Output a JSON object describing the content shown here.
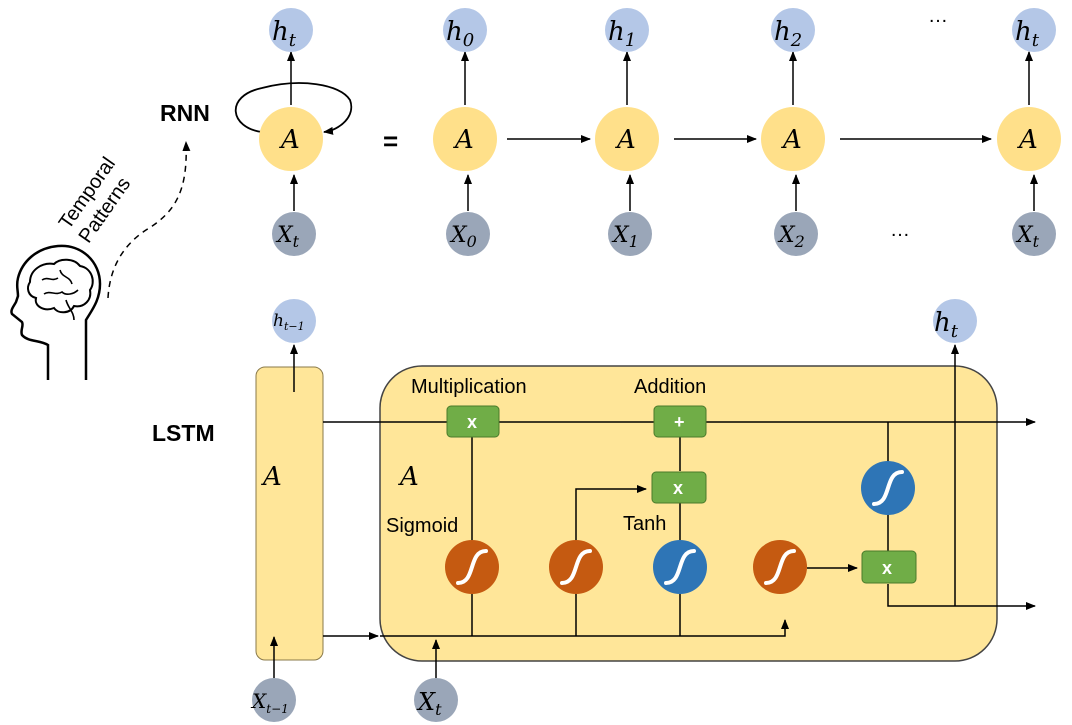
{
  "labels": {
    "rnn": "RNN",
    "lstm": "LSTM",
    "temporal_patterns_line1": "Temporal",
    "temporal_patterns_line2": "Patterns",
    "equals": "=",
    "ellipsis": "…",
    "multiplication": "Multiplication",
    "addition": "Addition",
    "sigmoid": "Sigmoid",
    "tanh": "Tanh"
  },
  "rnn_folded": {
    "cell": "A",
    "output_main": "h",
    "output_sub": "t",
    "input_main": "X",
    "input_sub": "t"
  },
  "rnn_unrolled": [
    {
      "cell": "A",
      "output_main": "h",
      "output_sub": "0",
      "input_main": "X",
      "input_sub": "0"
    },
    {
      "cell": "A",
      "output_main": "h",
      "output_sub": "1",
      "input_main": "X",
      "input_sub": "1"
    },
    {
      "cell": "A",
      "output_main": "h",
      "output_sub": "2",
      "input_main": "X",
      "input_sub": "2"
    },
    {
      "cell": "A",
      "output_main": "h",
      "output_sub": "t",
      "input_main": "X",
      "input_sub": "t"
    }
  ],
  "lstm": {
    "prev_cell": "A",
    "prev_output_main": "h",
    "prev_output_sub": "t−1",
    "prev_input_main": "X",
    "prev_input_sub": "t−1",
    "cell": "A",
    "output_main": "h",
    "output_sub": "t",
    "input_main": "X",
    "input_sub": "t",
    "op_mult": "x",
    "op_add": "+"
  },
  "colors": {
    "cell_fill": "#ffe699",
    "cell_circle": "#ffe08a",
    "output_node": "#b4c7e7",
    "input_node": "#9aa6b8",
    "op_box": "#70ad47",
    "sigmoid": "#c55a11",
    "tanh": "#2e75b6"
  }
}
